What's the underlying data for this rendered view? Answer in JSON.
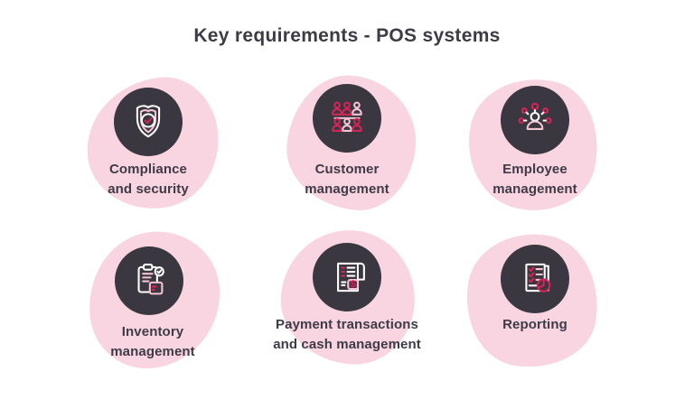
{
  "title": "Key requirements - POS systems",
  "theme": {
    "bg": "#ffffff",
    "text": "#3e3b47",
    "blob": "#f8d5e0",
    "circle": "#3a3740",
    "crimson": "#d62456",
    "pink": "#f5c4d3",
    "white": "#ffffff"
  },
  "items": [
    {
      "icon": "shield-check-icon",
      "line1": "Compliance",
      "line2": "and security"
    },
    {
      "icon": "customers-icon",
      "line1": "Customer",
      "line2": "management"
    },
    {
      "icon": "employee-network-icon",
      "line1": "Employee",
      "line2": "management"
    },
    {
      "icon": "inventory-clipboard-icon",
      "line1": "Inventory",
      "line2": "management"
    },
    {
      "icon": "payment-receipt-icon",
      "line1": "Payment transactions",
      "line2": "and cash management"
    },
    {
      "icon": "reporting-document-icon",
      "line1": "Reporting",
      "line2": ""
    }
  ]
}
